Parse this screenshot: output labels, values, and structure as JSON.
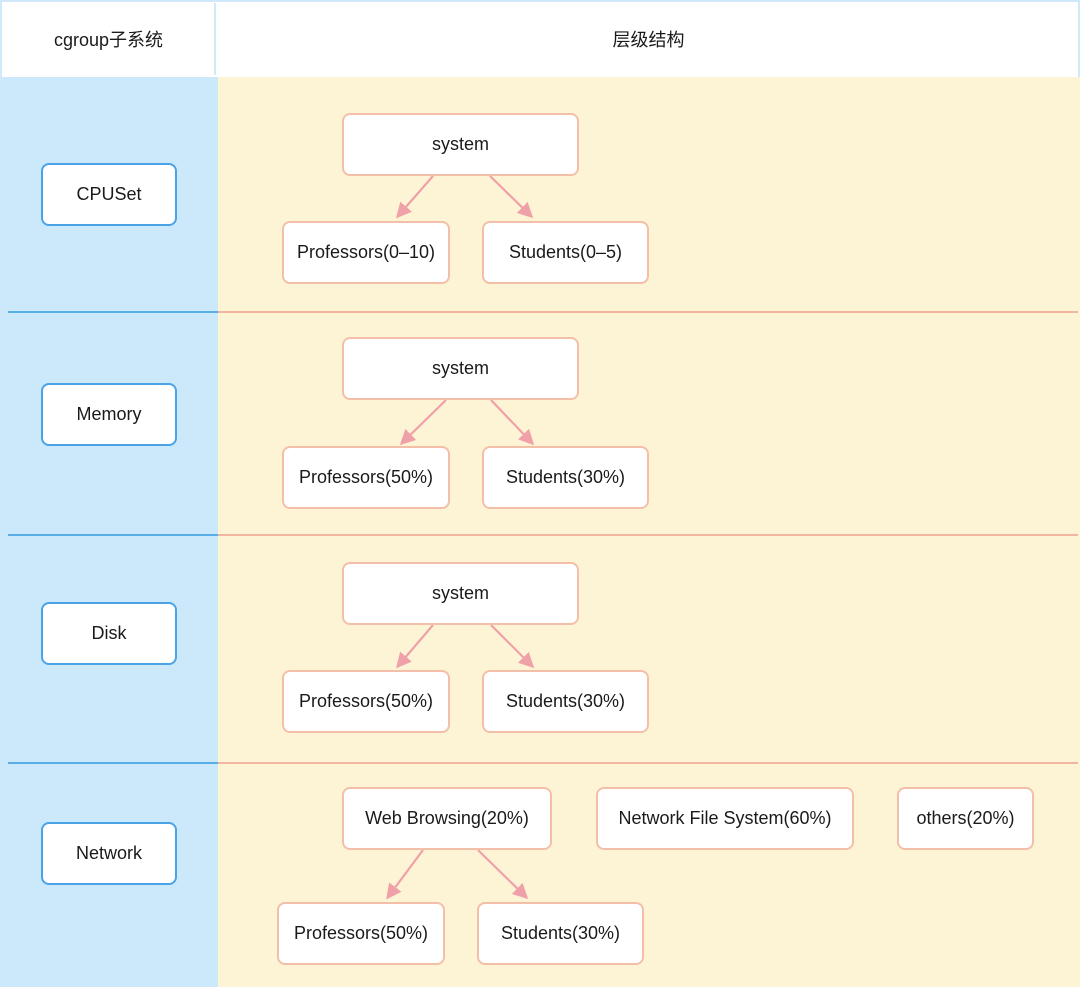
{
  "header": {
    "left": "cgroup子系统",
    "right": "层级结构"
  },
  "rows": [
    {
      "subsystem": "CPUSet",
      "root": "system",
      "children": [
        "Professors(0–10)",
        "Students(0–5)"
      ]
    },
    {
      "subsystem": "Memory",
      "root": "system",
      "children": [
        "Professors(50%)",
        "Students(30%)"
      ]
    },
    {
      "subsystem": "Disk",
      "root": "system",
      "children": [
        "Professors(50%)",
        "Students(30%)"
      ]
    },
    {
      "subsystem": "Network",
      "roots": [
        "Web Browsing(20%)",
        "Network File System(60%)",
        "others(20%)"
      ],
      "children": [
        "Professors(50%)",
        "Students(30%)"
      ]
    }
  ],
  "colors": {
    "left_column": "#cbe9fb",
    "right_column": "#fdf4d5",
    "subsystem_border": "#4aa3e6",
    "node_border": "#f4bfa8",
    "arrow": "#f0a0a8"
  }
}
